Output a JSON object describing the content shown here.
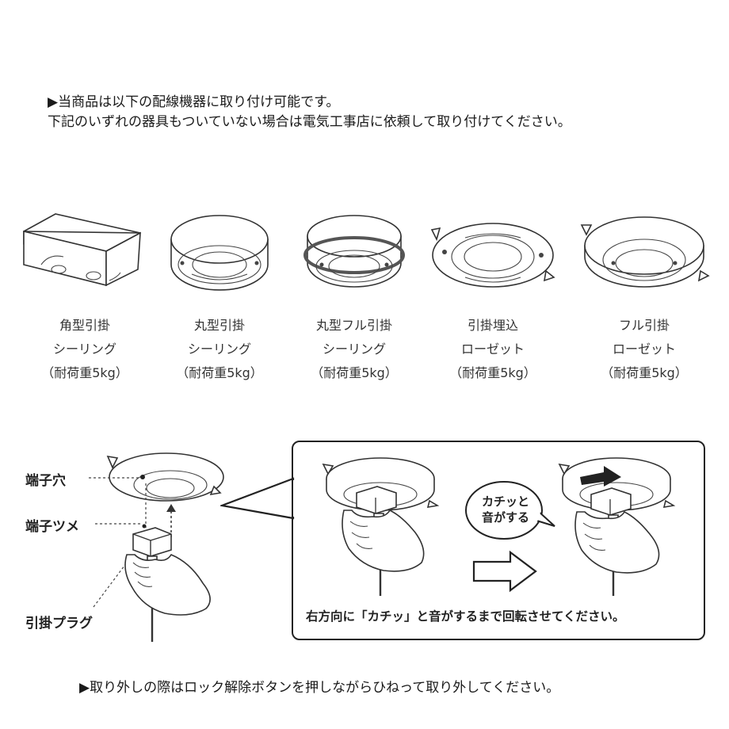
{
  "intro": {
    "line1": "▶当商品は以下の配線機器に取り付け可能です。",
    "line2": "下記のいずれの器具もついていない場合は電気工事店に依頼して取り付けてください。"
  },
  "fixtures": [
    {
      "name": "角型引掛",
      "type": "シーリング",
      "load": "（耐荷重5kg）"
    },
    {
      "name": "丸型引掛",
      "type": "シーリング",
      "load": "（耐荷重5kg）"
    },
    {
      "name": "丸型フル引掛",
      "type": "シーリング",
      "load": "（耐荷重5kg）"
    },
    {
      "name": "引掛埋込",
      "type": "ローゼット",
      "load": "（耐荷重5kg）"
    },
    {
      "name": "フル引掛",
      "type": "ローゼット",
      "load": "（耐荷重5kg）"
    }
  ],
  "callouts": {
    "terminal_hole": "端子穴",
    "terminal_claw": "端子ツメ",
    "hook_plug": "引掛プラグ"
  },
  "panel": {
    "bubble_line1": "カチッと",
    "bubble_line2": "音がする",
    "caption": "右方向に「カチッ」と音がするまで回転させてください。"
  },
  "footer": "▶取り外しの際はロック解除ボタンを押しながらひねって取り外してください。"
}
